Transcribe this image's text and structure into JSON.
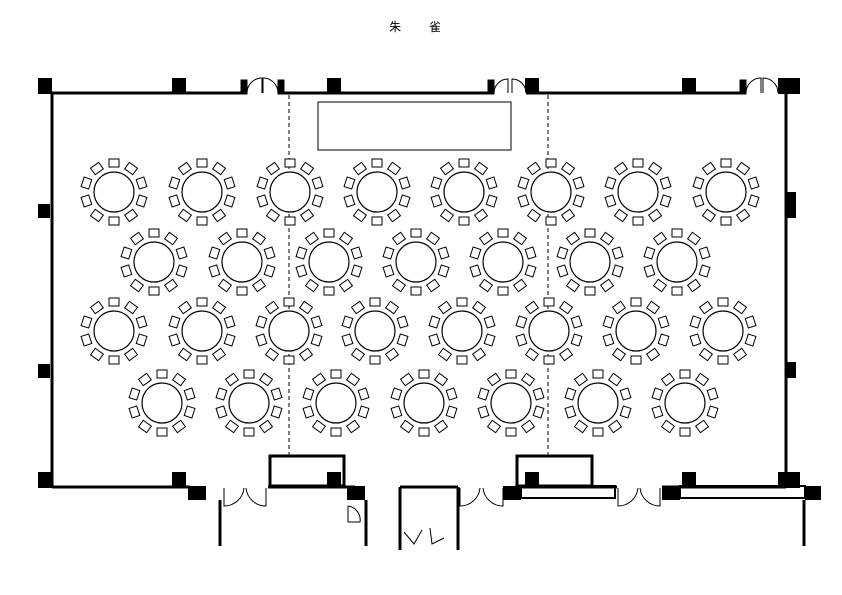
{
  "title": "朱 雀",
  "colors": {
    "line": "#000000",
    "background": "#ffffff"
  },
  "seating": {
    "table_shape": "round",
    "chairs_per_table": 10,
    "rows": [
      8,
      7,
      8,
      7
    ]
  }
}
